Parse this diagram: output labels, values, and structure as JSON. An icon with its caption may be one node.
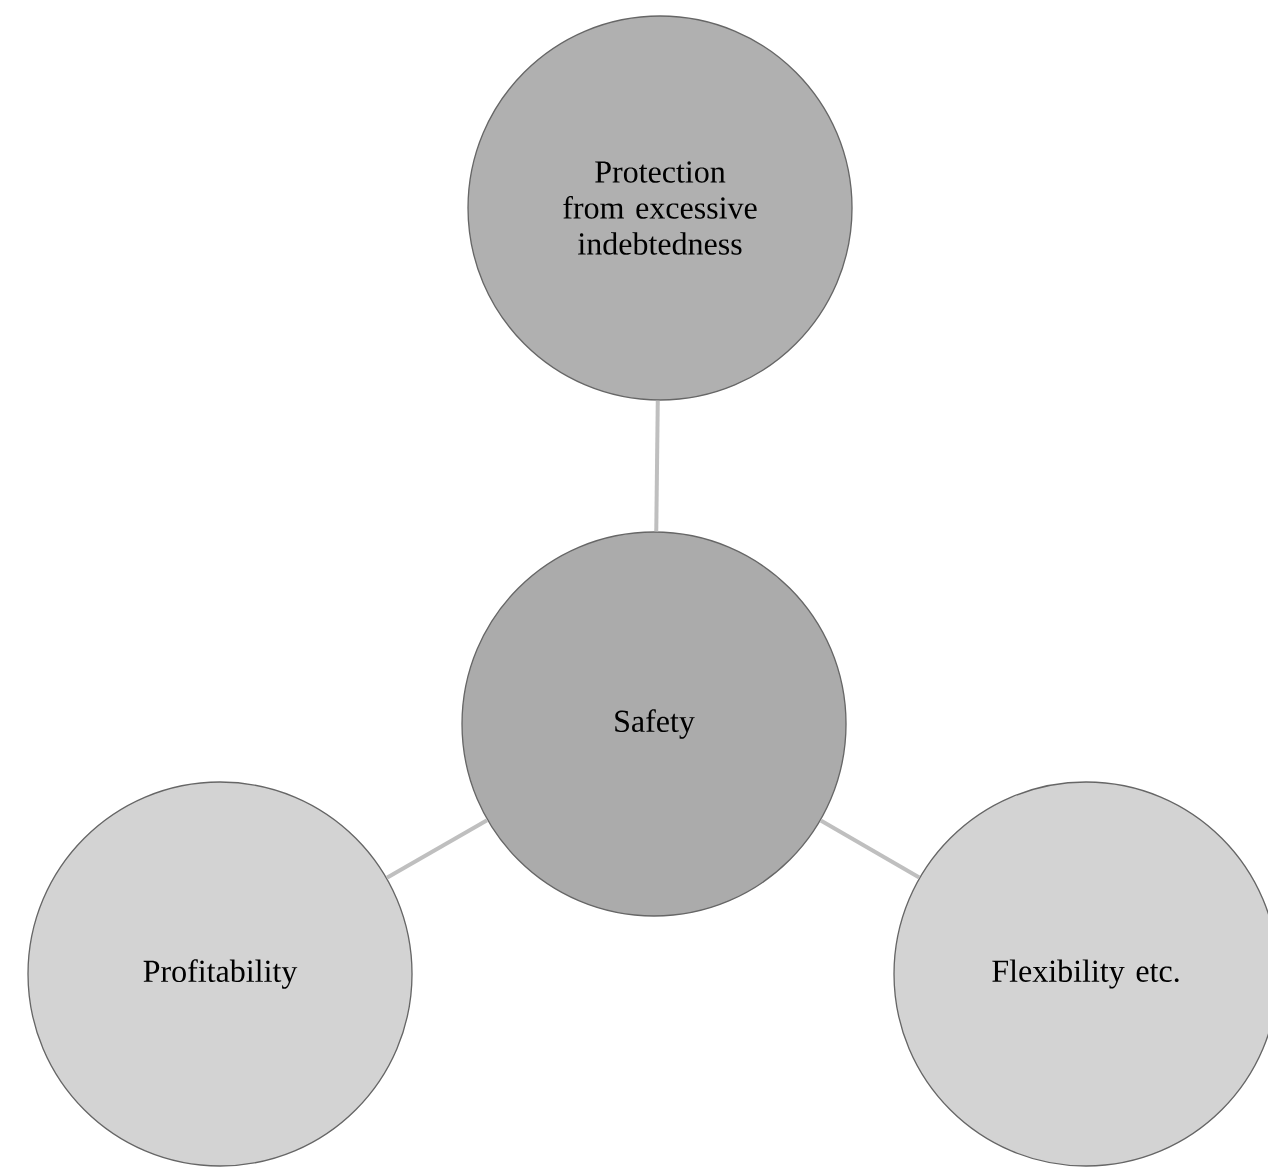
{
  "diagram": {
    "nodes": [
      {
        "text": [
          "Protection from excessive indebtedness"
        ]
      },
      {
        "text": [
          "Safety"
        ]
      },
      {
        "text": [
          "Profitability"
        ]
      },
      {
        "text": [
          "Flexibility etc."
        ]
      }
    ],
    "edges": [
      {
        "from": 1,
        "to": 0,
        "arrow": "none"
      },
      {
        "from": 1,
        "to": 2,
        "arrow": "none"
      },
      {
        "from": 1,
        "to": 3,
        "arrow": "none"
      }
    ]
  }
}
